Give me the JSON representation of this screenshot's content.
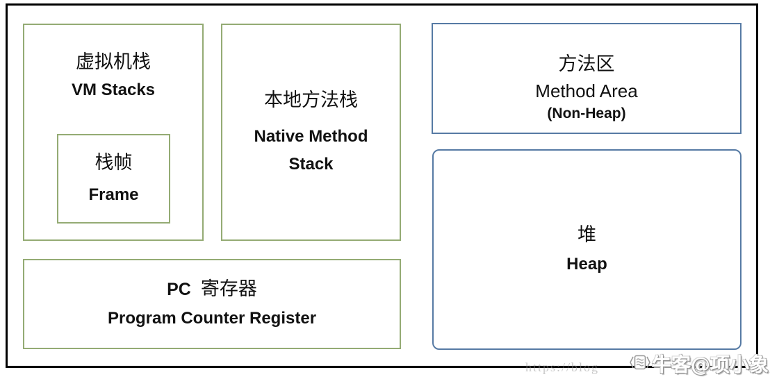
{
  "boxes": {
    "vm_stacks": {
      "zh": "虚拟机栈",
      "en": "VM Stacks"
    },
    "frame": {
      "zh": "栈帧",
      "en": "Frame"
    },
    "native_method_stack": {
      "zh": "本地方法栈",
      "en": "Native Method Stack"
    },
    "pc_register": {
      "prefix": "PC",
      "zh": "寄存器",
      "en": "Program Counter Register"
    },
    "method_area": {
      "zh": "方法区",
      "en": "Method Area",
      "note": "(Non-Heap)"
    },
    "heap": {
      "zh": "堆",
      "en": "Heap"
    }
  },
  "watermark": {
    "url_text": "https://blog",
    "brand": "牛客@项小象"
  },
  "colors": {
    "stack_border_green": "#94ab74",
    "heap_border_blue": "#567aa4",
    "outer_border_black": "#000000"
  }
}
